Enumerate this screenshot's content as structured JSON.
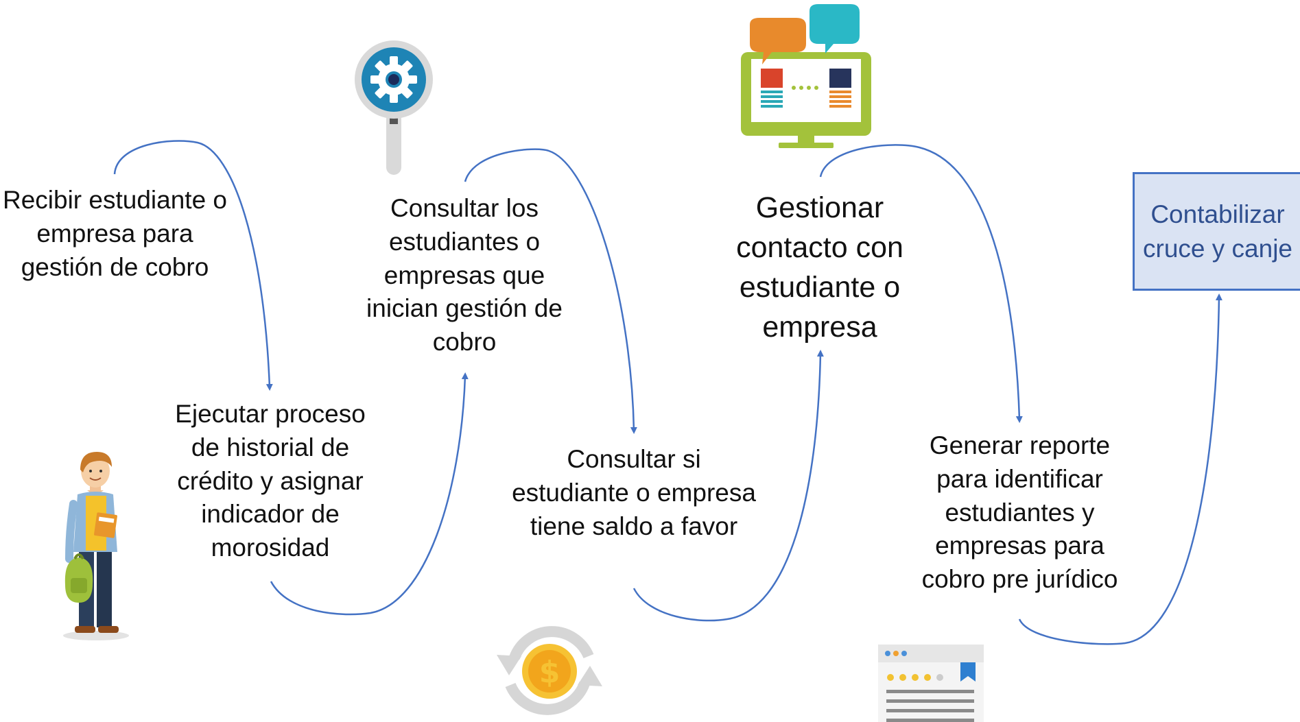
{
  "steps": [
    {
      "label": "Recibir estudiante o empresa para gestión de cobro"
    },
    {
      "label": "Ejecutar proceso de historial de crédito y asignar indicador de morosidad"
    },
    {
      "label": "Consultar los estudiantes o empresas que inician gestión de cobro"
    },
    {
      "label": "Consultar si estudiante o empresa tiene saldo a favor"
    },
    {
      "label": "Gestionar contacto con estudiante o empresa"
    },
    {
      "label": "Generar reporte para identificar estudiantes y empresas para cobro pre jurídico"
    }
  ],
  "final_step": {
    "label": "Contabilizar cruce y canje"
  },
  "icons": [
    "student-icon",
    "gear-magnifier-icon",
    "monitor-chat-icon",
    "coin-exchange-icon",
    "review-document-icon"
  ],
  "colors": {
    "arrow": "#4472c4",
    "final_box_fill": "#dae3f3",
    "final_box_border": "#4472c4",
    "final_box_text": "#2f4f8f"
  }
}
